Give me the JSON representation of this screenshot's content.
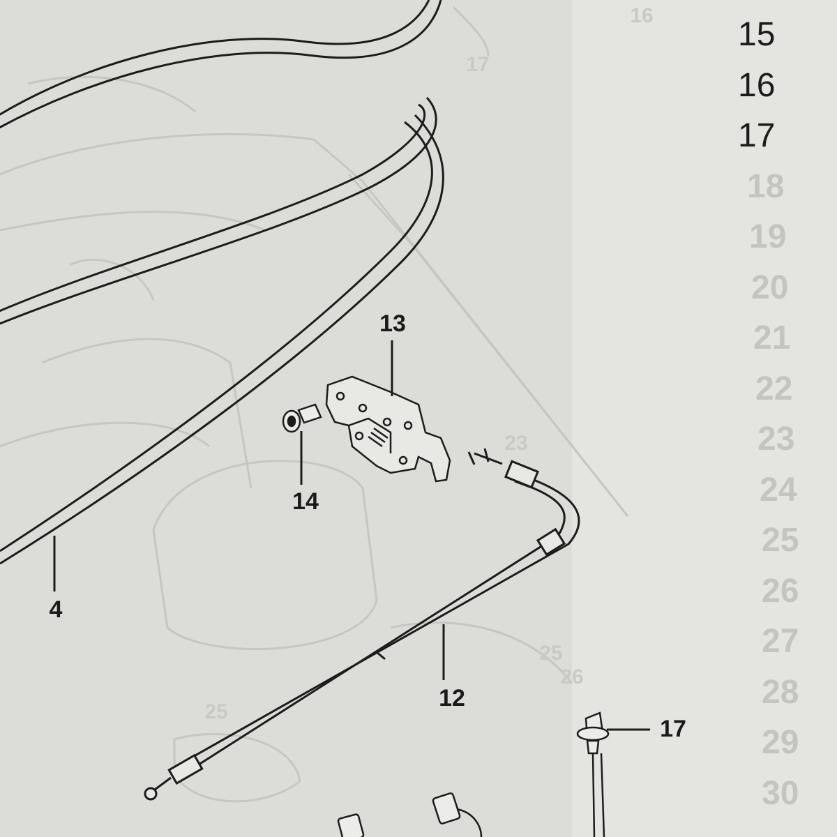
{
  "callouts": {
    "c4": "4",
    "c12": "12",
    "c13": "13",
    "c14": "14",
    "c17": "17"
  },
  "faint_callouts": {
    "f16": "16",
    "f17": "17",
    "f23": "23",
    "f25a": "25",
    "f25b": "25",
    "f26": "26"
  },
  "index_column": [
    "15",
    "16",
    "17",
    "18",
    "19",
    "20",
    "21",
    "22",
    "23",
    "24",
    "25",
    "26",
    "27",
    "28",
    "29",
    "30"
  ],
  "index_dark_count": 3,
  "colors": {
    "paper": "#dcdcd8",
    "ink": "#1c1c1c",
    "faint_ink": "#c4c4c0"
  }
}
